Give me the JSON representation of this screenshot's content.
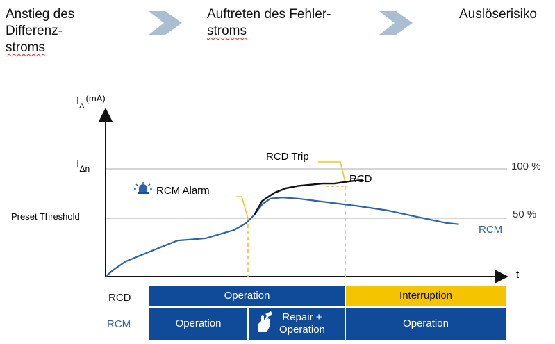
{
  "header": {
    "step1": {
      "line1": "Anstieg des",
      "line2": "Differenz-",
      "line3": "stroms"
    },
    "step2": {
      "line1": "Auftreten des Fehler-",
      "line2": "stroms"
    },
    "step3": {
      "line1": "Auslöserisiko"
    }
  },
  "chart": {
    "y_axis_label_main": "I",
    "y_axis_label_sub": "Δ",
    "y_axis_label_unit": "(mA)",
    "x_axis_label": "t",
    "ian_main": "I",
    "ian_sub": "Δn",
    "preset_threshold": "Preset Threshold",
    "pct_100": "100 %",
    "pct_50": "50 %",
    "rcd_trip": "RCD Trip",
    "rcd_curve_label": "RCD",
    "rcm_alarm": "RCM Alarm",
    "rcm_curve_label": "RCM"
  },
  "chart_data": {
    "type": "line",
    "xlabel": "t",
    "ylabel": "IΔ (mA)",
    "series": [
      {
        "name": "RCM",
        "values": [
          [
            0.0,
            0.0
          ],
          [
            0.02,
            0.06
          ],
          [
            0.05,
            0.13
          ],
          [
            0.1,
            0.2
          ],
          [
            0.15,
            0.27
          ],
          [
            0.18,
            0.31
          ],
          [
            0.22,
            0.32
          ],
          [
            0.25,
            0.33
          ],
          [
            0.28,
            0.36
          ],
          [
            0.32,
            0.4
          ],
          [
            0.35,
            0.46
          ],
          [
            0.37,
            0.53
          ],
          [
            0.39,
            0.62
          ],
          [
            0.41,
            0.67
          ],
          [
            0.44,
            0.68
          ],
          [
            0.48,
            0.67
          ],
          [
            0.55,
            0.64
          ],
          [
            0.62,
            0.61
          ],
          [
            0.7,
            0.57
          ],
          [
            0.78,
            0.51
          ],
          [
            0.85,
            0.46
          ],
          [
            0.88,
            0.45
          ]
        ]
      },
      {
        "name": "RCD",
        "values": [
          [
            0.37,
            0.53
          ],
          [
            0.39,
            0.65
          ],
          [
            0.42,
            0.72
          ],
          [
            0.45,
            0.76
          ],
          [
            0.48,
            0.78
          ],
          [
            0.51,
            0.79
          ],
          [
            0.54,
            0.8
          ],
          [
            0.57,
            0.8
          ],
          [
            0.61,
            0.82
          ],
          [
            0.64,
            0.83
          ]
        ]
      }
    ]
  },
  "status_table": {
    "rows": [
      {
        "label": "RCD",
        "segments": [
          "Operation",
          "Interruption"
        ]
      },
      {
        "label": "RCM",
        "segments": [
          "Operation",
          "Repair +",
          "Operation",
          "Operation"
        ]
      }
    ]
  },
  "colors": {
    "rcm_blue": "#2d63a8",
    "bar_blue": "#0f4b99",
    "interruption_yellow": "#f5c400",
    "chevron": "#a9bfd1",
    "grid": "#bcbcbc",
    "dash": "#f2c12e"
  },
  "icons": {
    "alarm": "alarm-light-icon",
    "wrench": "repair-hand-icon"
  }
}
